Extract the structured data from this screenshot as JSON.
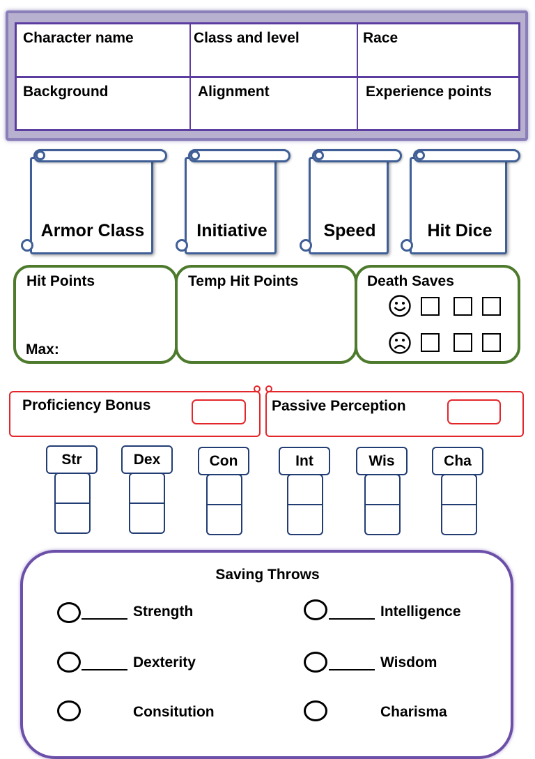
{
  "info": {
    "character_name": "Character name",
    "class_level": "Class and level",
    "race": "Race",
    "background": "Background",
    "alignment": "Alignment",
    "experience": "Experience points"
  },
  "scrolls": {
    "armor_class": "Armor Class",
    "initiative": "Initiative",
    "speed": "Speed",
    "hit_dice": "Hit Dice"
  },
  "hp": {
    "hit_points": "Hit Points",
    "max": "Max:",
    "temp_hit_points": "Temp Hit Points",
    "death_saves": "Death Saves",
    "success_icon": "smiling-face-icon",
    "failure_icon": "frowning-face-icon"
  },
  "bonus": {
    "proficiency": "Proficiency Bonus",
    "passive_perception": "Passive Perception"
  },
  "abilities": [
    "Str",
    "Dex",
    "Con",
    "Int",
    "Wis",
    "Cha"
  ],
  "saving_throws": {
    "title": "Saving Throws",
    "strength": "Strength",
    "dexterity": "Dexterity",
    "constitution": "Consitution",
    "intelligence": "Intelligence",
    "wisdom": "Wisdom",
    "charisma": "Charisma"
  }
}
